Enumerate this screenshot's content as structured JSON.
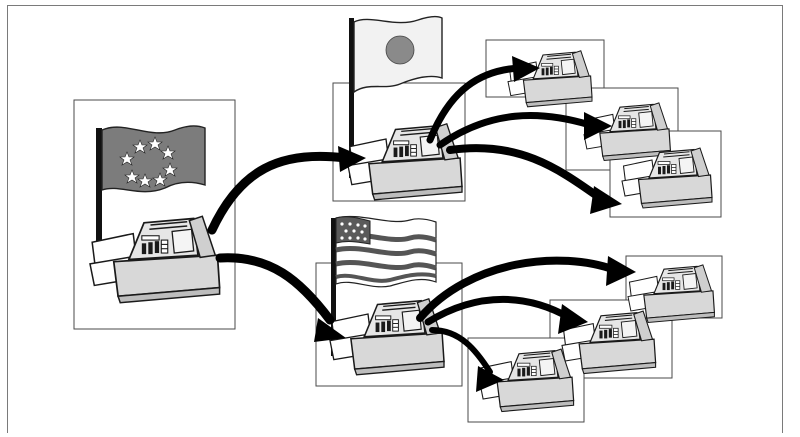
{
  "colors": {
    "frame_border": "#7a7a7a",
    "fax_fill": "#dcdcdc",
    "fax_stroke": "#1a1a1a",
    "flag_eu_fill": "#7c7c7c",
    "flag_japan_fill": "#f2f2f2",
    "flag_japan_disc": "#8a8a8a",
    "arrow_fill": "#000000"
  },
  "flags": {
    "eu": "eu-flag",
    "japan": "japan-flag",
    "usa": "usa-flag"
  },
  "icons": {
    "fax_machine": "fax-machine-icon",
    "arrow": "curved-arrow-icon"
  }
}
